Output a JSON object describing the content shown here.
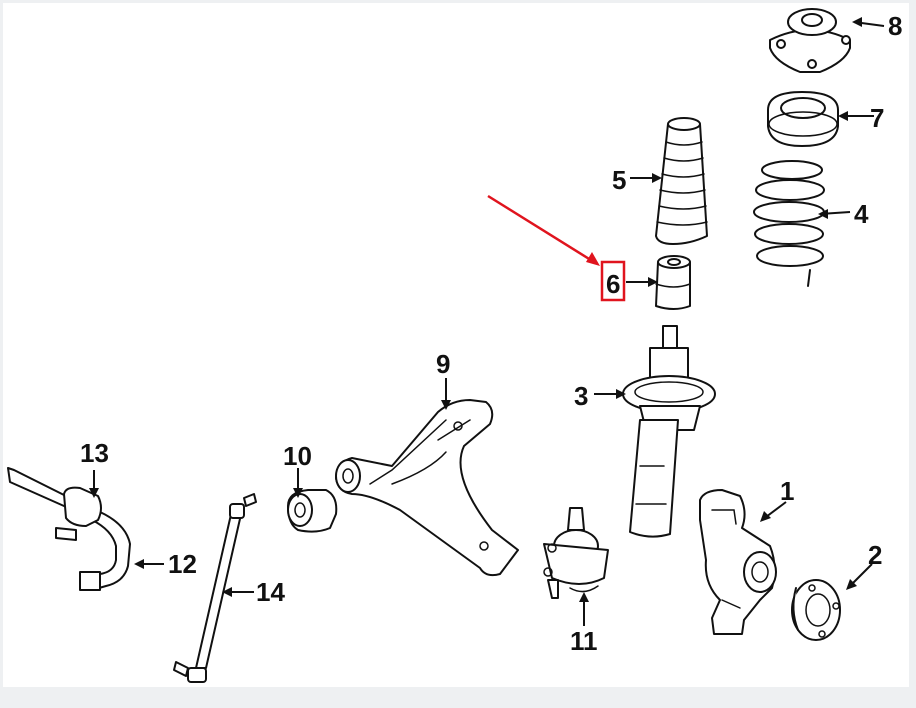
{
  "diagram": {
    "callouts": [
      {
        "id": "callout-1",
        "label": "1",
        "part": "steering-knuckle"
      },
      {
        "id": "callout-2",
        "label": "2",
        "part": "wheel-hub"
      },
      {
        "id": "callout-3",
        "label": "3",
        "part": "strut"
      },
      {
        "id": "callout-4",
        "label": "4",
        "part": "coil-spring"
      },
      {
        "id": "callout-5",
        "label": "5",
        "part": "dust-boot"
      },
      {
        "id": "callout-6",
        "label": "6",
        "part": "bump-stop"
      },
      {
        "id": "callout-7",
        "label": "7",
        "part": "spring-seat"
      },
      {
        "id": "callout-8",
        "label": "8",
        "part": "strut-mount"
      },
      {
        "id": "callout-9",
        "label": "9",
        "part": "lower-control-arm"
      },
      {
        "id": "callout-10",
        "label": "10",
        "part": "control-arm-bushing"
      },
      {
        "id": "callout-11",
        "label": "11",
        "part": "ball-joint"
      },
      {
        "id": "callout-12",
        "label": "12",
        "part": "stabilizer-bar"
      },
      {
        "id": "callout-13",
        "label": "13",
        "part": "stabilizer-bushing"
      },
      {
        "id": "callout-14",
        "label": "14",
        "part": "stabilizer-link"
      }
    ],
    "highlighted_callout": "6",
    "colors": {
      "line": "#111111",
      "highlight": "#e0141e",
      "background": "#ffffff",
      "page": "#eef0f2"
    }
  }
}
